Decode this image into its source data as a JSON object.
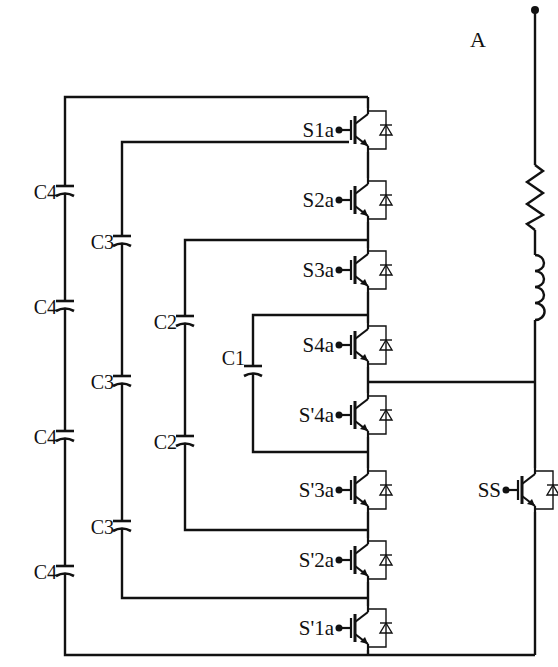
{
  "diagram": {
    "labels": [
      "A",
      "S1a",
      "S2a",
      "S3a",
      "S4a",
      "S'4a",
      "S'3a",
      "S'2a",
      "S'1a",
      "SS",
      "C4",
      "C4",
      "C4",
      "C4",
      "C3",
      "C3",
      "C3",
      "C2",
      "C2",
      "C1"
    ]
  }
}
